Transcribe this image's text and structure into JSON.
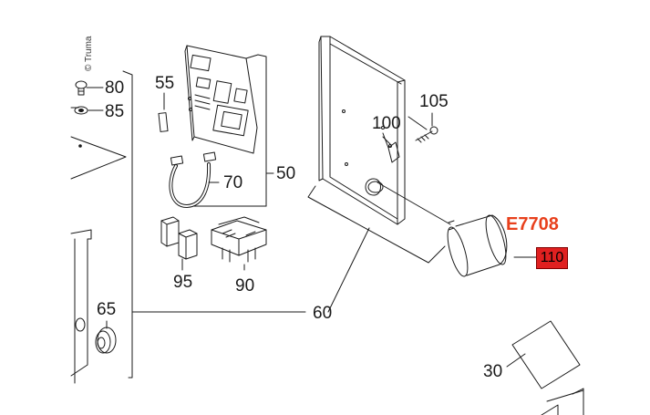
{
  "copyright": "© Truma",
  "part_code": "E7708",
  "highlighted_part": "110",
  "labels": {
    "p80": "80",
    "p85": "85",
    "p55": "55",
    "p50": "50",
    "p70": "70",
    "p95": "95",
    "p90": "90",
    "p65": "65",
    "p60": "60",
    "p105": "105",
    "p100": "100",
    "p30": "30"
  },
  "colors": {
    "part_code": "#e8401c",
    "highlight_fill": "#e02020",
    "line": "#1a1a1a"
  }
}
